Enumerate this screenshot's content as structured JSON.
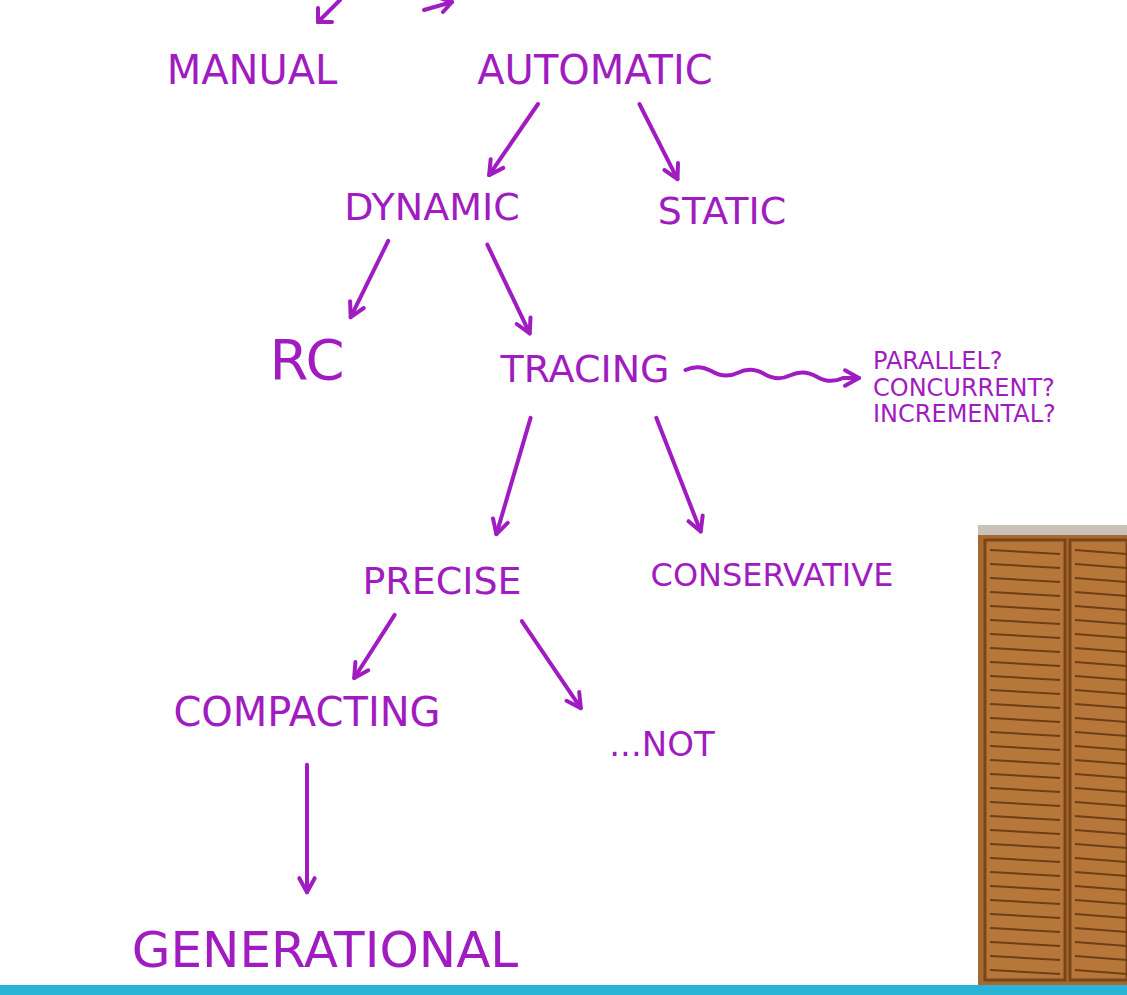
{
  "diagram": {
    "nodes": [
      {
        "text": [
          "MANUAL"
        ]
      },
      {
        "text": [
          "AUTOMATIC"
        ]
      },
      {
        "text": [
          "DYNAMIC"
        ]
      },
      {
        "text": [
          "STATIC"
        ]
      },
      {
        "text": [
          "RC"
        ]
      },
      {
        "text": [
          "TRACING"
        ]
      },
      {
        "text": [
          "PARALLEL? CONCURRENT? INCREMENTAL?"
        ]
      },
      {
        "text": [
          "PRECISE"
        ]
      },
      {
        "text": [
          "CONSERVATIVE"
        ]
      },
      {
        "text": [
          "COMPACTING"
        ]
      },
      {
        "text": [
          "...NOT"
        ]
      },
      {
        "text": [
          "GENERATIONAL"
        ]
      }
    ],
    "edges": [
      {
        "from": 1,
        "to": 2,
        "arrow": "to"
      },
      {
        "from": 1,
        "to": 3,
        "arrow": "to"
      },
      {
        "from": 2,
        "to": 4,
        "arrow": "to"
      },
      {
        "from": 2,
        "to": 5,
        "arrow": "to"
      },
      {
        "from": 5,
        "to": 6,
        "arrow": "to"
      },
      {
        "from": 5,
        "to": 7,
        "arrow": "to"
      },
      {
        "from": 5,
        "to": 8,
        "arrow": "to"
      },
      {
        "from": 7,
        "to": 9,
        "arrow": "to"
      },
      {
        "from": 7,
        "to": 10,
        "arrow": "to"
      },
      {
        "from": 9,
        "to": 11,
        "arrow": "to"
      }
    ]
  }
}
